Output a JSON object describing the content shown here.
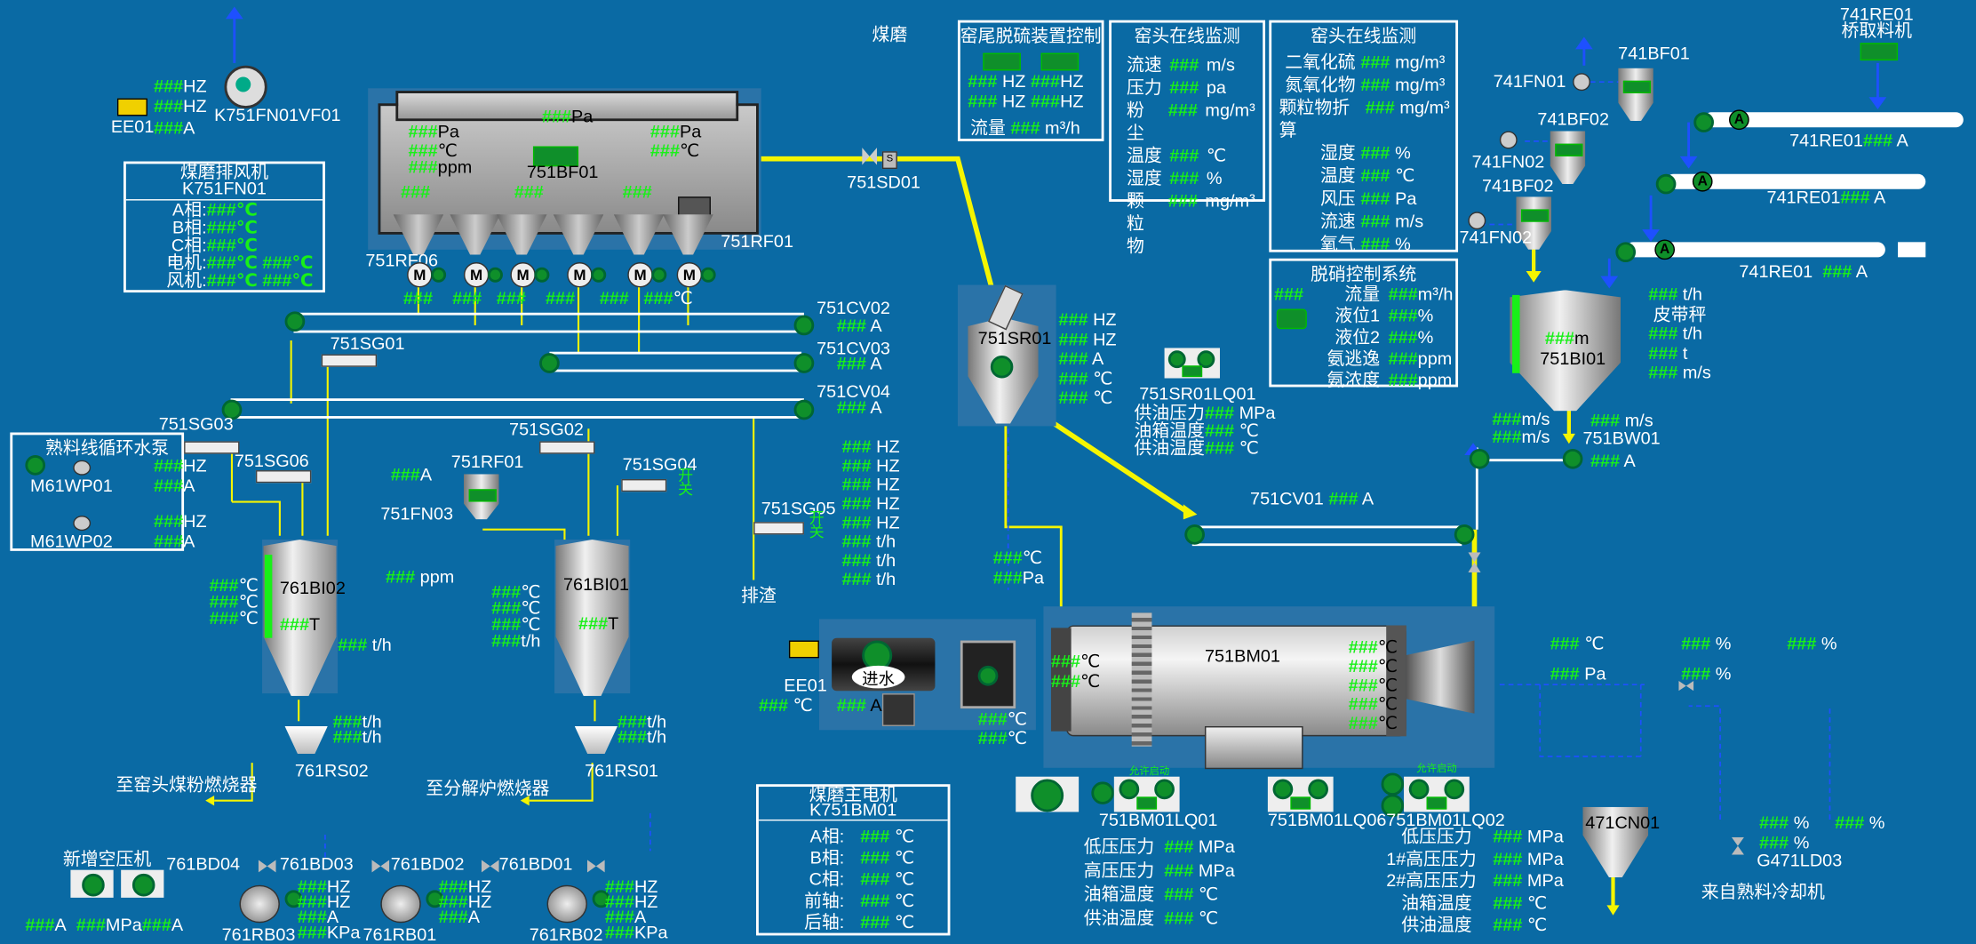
{
  "ph": "###",
  "top": {
    "mill_title": "煤磨",
    "re01_a_title": "741RE01",
    "re01_a_sub": "桥取料机"
  },
  "desulf": {
    "title": "窑尾脱硫装置控制",
    "hz": "HZ",
    "flow_label": "流量",
    "flow_unit": "m³/h"
  },
  "kiln_mon1": {
    "title": "窑头在线监测",
    "rows": [
      {
        "label": "流速",
        "unit": "m/s"
      },
      {
        "label": "压力",
        "unit": "pa"
      },
      {
        "label": "粉尘",
        "unit": "mg/m³"
      },
      {
        "label": "温度",
        "unit": "℃"
      },
      {
        "label": "湿度",
        "unit": "%"
      },
      {
        "label": "颗粒物",
        "unit": "mg/m³"
      }
    ]
  },
  "kiln_mon2": {
    "title": "窑头在线监测",
    "rows": [
      {
        "label": "二氧化硫",
        "unit": "mg/m³"
      },
      {
        "label": "氮氧化物",
        "unit": "mg/m³"
      },
      {
        "label": "颗粒物折算",
        "unit": "mg/m³"
      },
      {
        "label": "湿度",
        "unit": "%"
      },
      {
        "label": "温度",
        "unit": "℃"
      },
      {
        "label": "风压",
        "unit": "Pa"
      },
      {
        "label": "流速",
        "unit": "m/s"
      },
      {
        "label": "氧气",
        "unit": "%"
      }
    ]
  },
  "denox": {
    "title": "脱硝控制系统",
    "rows": [
      {
        "label": "流量",
        "unit": "m³/h"
      },
      {
        "label": "液位1",
        "unit": "%"
      },
      {
        "label": "液位2",
        "unit": "%"
      },
      {
        "label": "氨逃逸",
        "unit": "ppm"
      },
      {
        "label": "氨浓度",
        "unit": "ppm"
      }
    ]
  },
  "fan_panel": {
    "title1": "煤磨排风机",
    "title2": "K751FN01",
    "rows": [
      {
        "label": "A相:",
        "v": "###℃"
      },
      {
        "label": "B相:",
        "v": "###℃"
      },
      {
        "label": "C相:",
        "v": "###℃"
      },
      {
        "label": "电机:",
        "v": "###℃ ###℃"
      },
      {
        "label": "风机:",
        "v": "###℃ ###℃"
      }
    ]
  },
  "pump_panel": {
    "title": "熟料线循环水泵",
    "pumps": [
      {
        "name": "M61WP01",
        "hz": "HZ",
        "a": "A"
      },
      {
        "name": "M61WP02",
        "hz": "HZ",
        "a": "A"
      }
    ]
  },
  "motor_panel": {
    "title1": "煤磨主电机",
    "title2": "K751BM01",
    "rows": [
      {
        "label": "A相:",
        "unit": "℃"
      },
      {
        "label": "B相:",
        "unit": "℃"
      },
      {
        "label": "C相:",
        "unit": "℃"
      },
      {
        "label": "前轴:",
        "unit": "℃"
      },
      {
        "label": "后轴:",
        "unit": "℃"
      }
    ]
  },
  "bag_filter": {
    "name": "751BF01",
    "fan": "K751FN01VF01",
    "ee": "EE01",
    "pa": "Pa",
    "degc": "℃",
    "ppm": "ppm",
    "rf": "751RF01",
    "rf06": "751RF06",
    "motor_letter": "M",
    "hz": "HZ",
    "a": "A"
  },
  "labels": {
    "sd01": "751SD01",
    "cv02": "751CV02",
    "cv03": "751CV03",
    "cv04": "751CV04",
    "sg01": "751SG01",
    "sg02": "751SG02",
    "sg03": "751SG03",
    "sg04": "751SG04",
    "sg05": "751SG05",
    "sg06": "751SG06",
    "rf01b": "751RF01",
    "fn03": "751FN03",
    "bi02": "761BI02",
    "bi01": "761BI01",
    "rs02": "761RS02",
    "rs01": "761RS01",
    "to_kiln": "至窑头煤粉燃烧器",
    "to_calc": "至分解炉燃烧器",
    "slag": "排渣",
    "sr01": "751SR01",
    "sr01lq": "751SR01LQ01",
    "oil_press": "供油压力",
    "oil_tank": "油箱温度",
    "oil_temp": "供油温度",
    "cv01": "751CV01",
    "bm01": "751BM01",
    "lq01": "751BM01LQ01",
    "lq06": "751BM01LQ06",
    "lq02": "751BM01LQ02",
    "low_p": "低压压力",
    "high_p": "高压压力",
    "tank_t": "油箱温度",
    "supply_t": "供油温度",
    "hp1": "1#高压压力",
    "hp2": "2#高压压力",
    "ee01b": "EE01",
    "water": "进水",
    "new_air": "新增空压机",
    "bd04": "761BD04",
    "bd03": "761BD03",
    "bd02": "761BD02",
    "bd01": "761BD01",
    "rb03": "761RB03",
    "rb01": "761RB01",
    "rb02": "761RB02",
    "fn01": "741FN01",
    "bf01": "741BF01",
    "bf02a": "741BF02",
    "fn02a": "741FN02",
    "bf02b": "741BF02",
    "fn02b": "741FN02",
    "re01_1": "741RE01",
    "re01_2": "741RE01",
    "re01_3": "741RE01",
    "bi01r": "751BI01",
    "bw01": "751BW01",
    "belt": "皮带秤",
    "cn01": "471CN01",
    "ld03": "G471LD03",
    "from_cooler": "来自熟料冷却机",
    "allow": "允许启动",
    "s_tag": "S",
    "open": "开",
    "close": "关"
  },
  "units": {
    "hz": "HZ",
    "a": "A",
    "degc": "℃",
    "pa": "Pa",
    "ppm": "ppm",
    "th": "t/h",
    "t": "T",
    "ms": "m/s",
    "mpa": "MPa",
    "kpa": "KPa",
    "pct": "%",
    "m": "m",
    "tt": "t",
    "tu": "t/h"
  }
}
